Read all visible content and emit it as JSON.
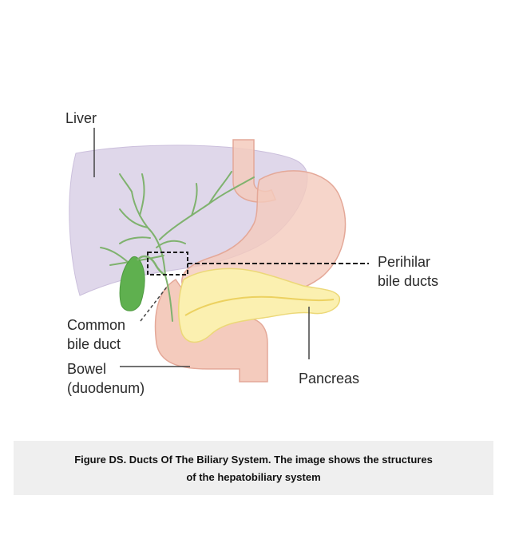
{
  "labels": {
    "liver": "Liver",
    "perihilar_line1": "Perihilar",
    "perihilar_line2": "bile ducts",
    "common_line1": "Common",
    "common_line2": "bile duct",
    "bowel_line1": "Bowel",
    "bowel_line2": "(duodenum)",
    "pancreas": "Pancreas"
  },
  "caption": {
    "line1": "Figure DS.  Ducts Of The Biliary System. The image shows the structures",
    "line2": "of the hepatobiliary system"
  },
  "colors": {
    "liver": "#dcd3e8",
    "stomach": "#f4cbbd",
    "pancreas": "#fbf0b0",
    "gallbladder": "#5fb04f",
    "bile_ducts": "#7fb26e",
    "caption_bg": "#efefef"
  }
}
